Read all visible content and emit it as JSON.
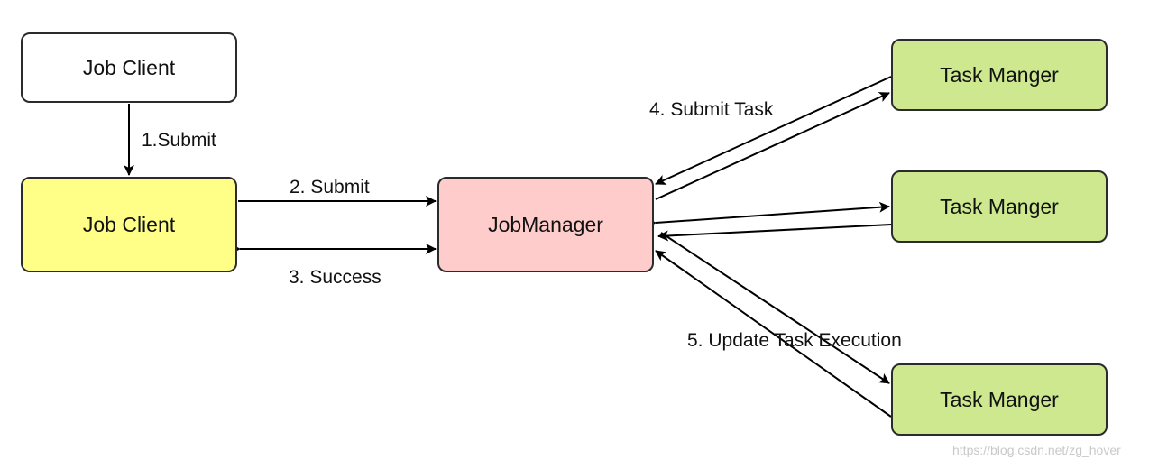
{
  "nodes": {
    "job_client_top": {
      "label": "Job Client",
      "fill": "#ffffff"
    },
    "job_client_main": {
      "label": "Job Client",
      "fill": "#ffff88"
    },
    "jobmanager": {
      "label": "JobManager",
      "fill": "#ffcccc"
    },
    "task_manager_1": {
      "label": "Task Manger",
      "fill": "#cde88e"
    },
    "task_manager_2": {
      "label": "Task Manger",
      "fill": "#cde88e"
    },
    "task_manager_3": {
      "label": "Task Manger",
      "fill": "#cde88e"
    }
  },
  "edges": {
    "submit_1": "1.Submit",
    "submit_2": "2. Submit",
    "success_3": "3. Success",
    "submit_task_4": "4. Submit Task",
    "update_task_5": "5. Update Task Execution"
  },
  "watermark": "https://blog.csdn.net/zg_hover",
  "colors": {
    "line": "#000000",
    "border": "#2b2b2b"
  }
}
